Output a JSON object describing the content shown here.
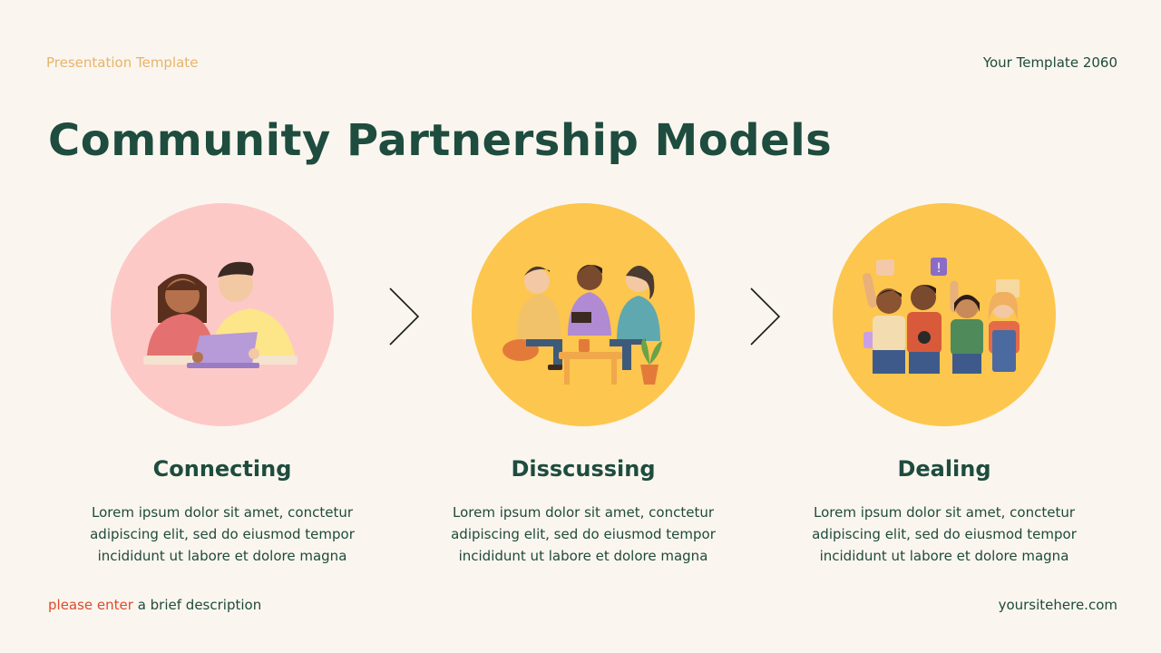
{
  "header": {
    "left_label": "Presentation Template",
    "right_label": "Your Template 2060"
  },
  "title": "Community Partnership Models",
  "steps": [
    {
      "title": "Connecting",
      "description": "Lorem ipsum dolor sit amet, conctetur adipiscing elit, sed do eiusmod tempor incididunt ut labore et dolore magna",
      "illustration": "two-people-laptop-illustration",
      "circle_color": "#fdc9c7"
    },
    {
      "title": "Disscussing",
      "description": "Lorem ipsum dolor sit amet, conctetur adipiscing elit, sed do eiusmod tempor incididunt ut labore et dolore magna",
      "illustration": "group-discussion-illustration",
      "circle_color": "#fdc64e"
    },
    {
      "title": "Dealing",
      "description": "Lorem ipsum dolor sit amet, conctetur adipiscing elit, sed do eiusmod tempor incididunt ut labore et dolore magna",
      "illustration": "cheering-group-illustration",
      "circle_color": "#fdc64e"
    }
  ],
  "footer": {
    "accent_text": "please enter",
    "rest_text": " a brief description",
    "site": "yoursitehere.com"
  },
  "colors": {
    "background": "#faf6ef",
    "title": "#1e4c3e",
    "accent": "#e0492a",
    "header_accent": "#e8b36a"
  }
}
